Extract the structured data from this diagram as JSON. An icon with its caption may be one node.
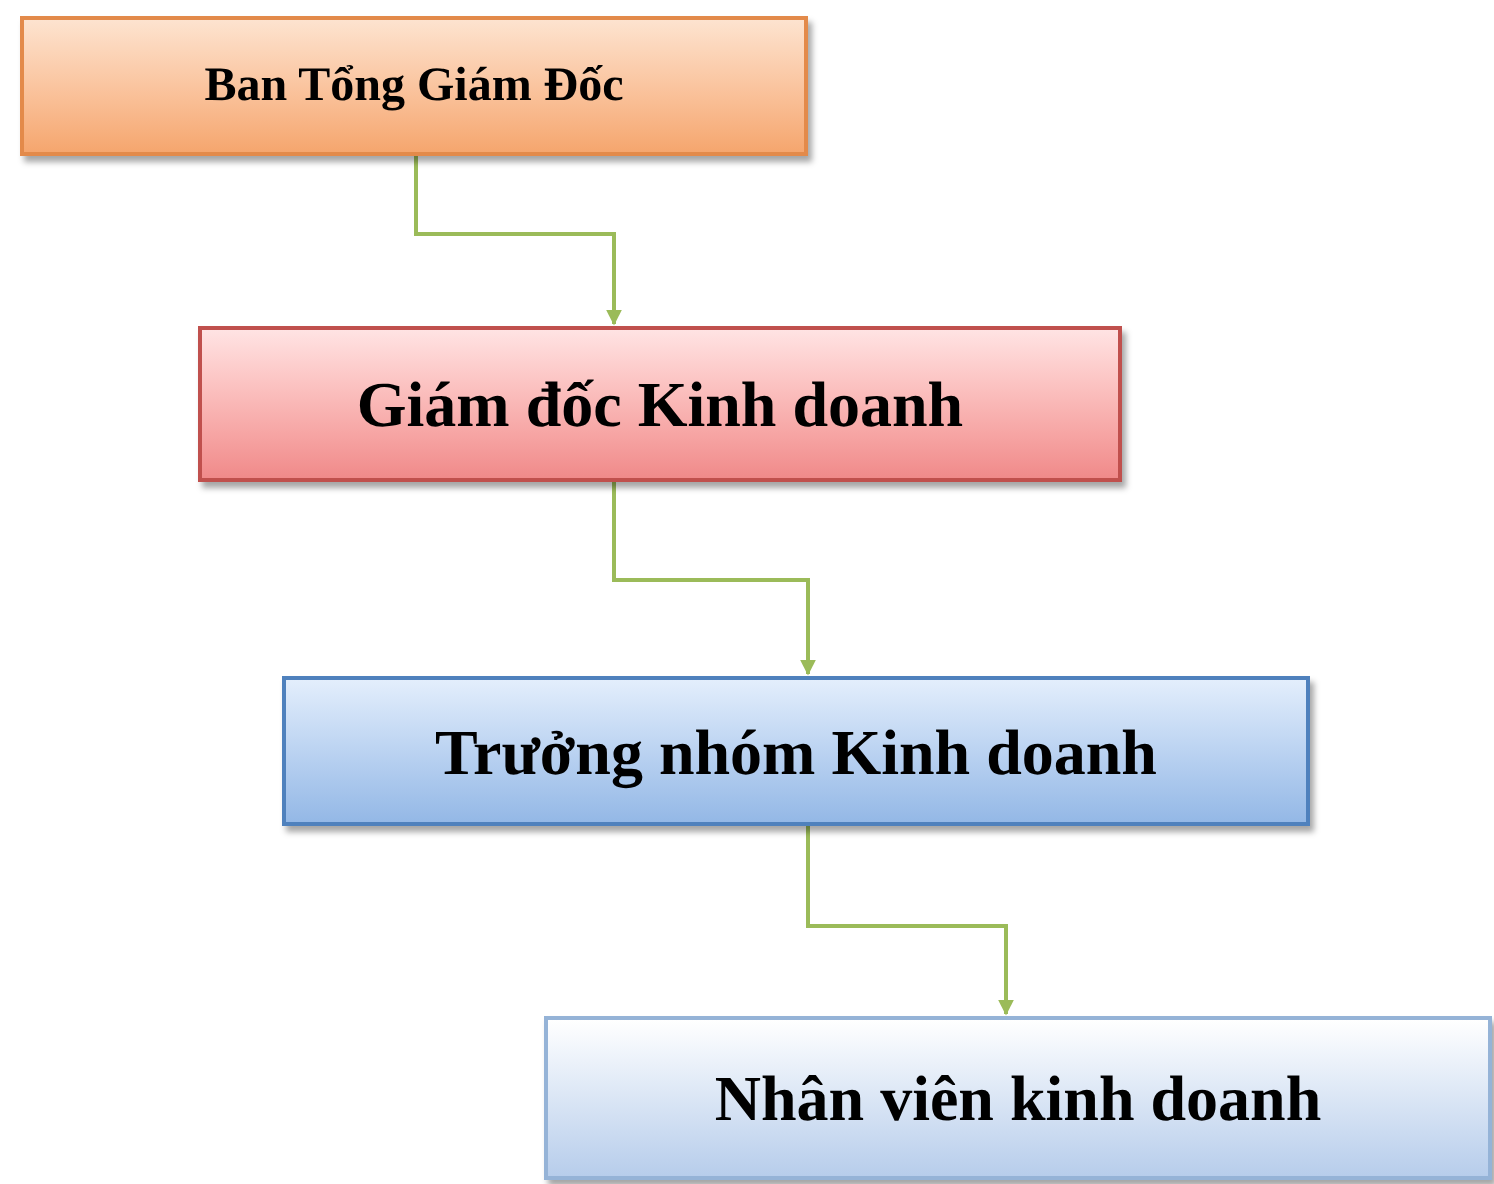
{
  "diagram": {
    "nodes": [
      {
        "text": [
          "Ban Tổng Giám Đốc"
        ]
      },
      {
        "text": [
          "Giám đốc Kinh doanh"
        ]
      },
      {
        "text": [
          "Trưởng nhóm Kinh doanh"
        ]
      },
      {
        "text": [
          "Nhân viên kinh doanh"
        ]
      }
    ],
    "edges": [
      {
        "from": 0,
        "to": 1,
        "arrow": "to"
      },
      {
        "from": 1,
        "to": 2,
        "arrow": "to"
      },
      {
        "from": 2,
        "to": 3,
        "arrow": "to"
      }
    ]
  }
}
